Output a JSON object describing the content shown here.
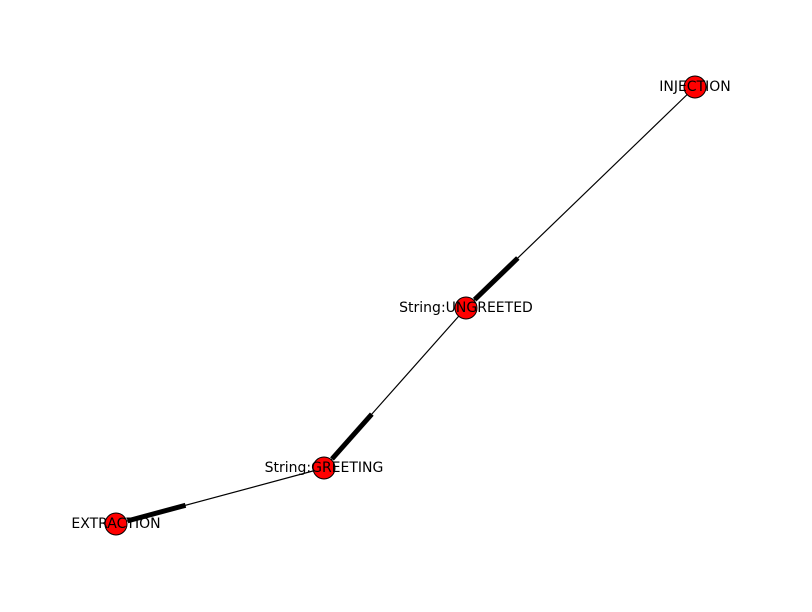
{
  "graph": {
    "node_color": "#ff0000",
    "edge_color": "#000000",
    "nodes": [
      {
        "id": "injection",
        "label": "INJECTION"
      },
      {
        "id": "ungreeted",
        "label": "String:UNGREETED"
      },
      {
        "id": "greeting",
        "label": "String:GREETING"
      },
      {
        "id": "extraction",
        "label": "EXTRACTION"
      }
    ],
    "edges": [
      {
        "source": "injection",
        "target": "ungreeted",
        "directed": true
      },
      {
        "source": "ungreeted",
        "target": "greeting",
        "directed": true
      },
      {
        "source": "greeting",
        "target": "extraction",
        "directed": true
      }
    ]
  }
}
